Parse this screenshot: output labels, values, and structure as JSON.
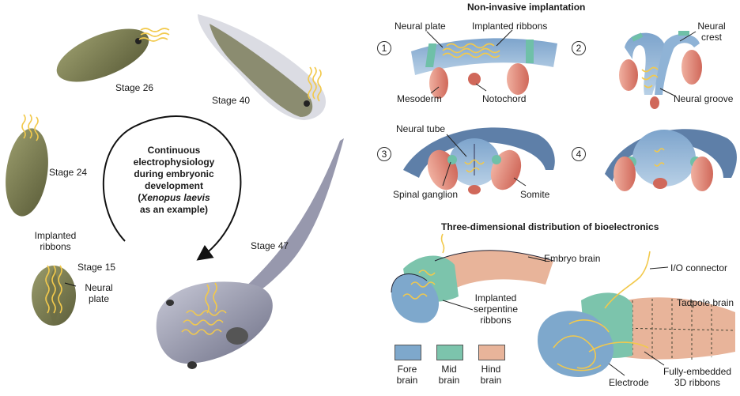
{
  "cycle": {
    "center_line1": "Continuous",
    "center_line2": "electrophysiology",
    "center_line3": "during embryonic",
    "center_line4": "development",
    "center_line5_italic": "Xenopus laevis",
    "center_line6": "as an example)",
    "stages": {
      "s15": "Stage 15",
      "s24": "Stage 24",
      "s26": "Stage 26",
      "s40": "Stage 40",
      "s47": "Stage 47"
    },
    "implanted_ribbons_line1": "Implanted",
    "implanted_ribbons_line2": "ribbons",
    "neural_plate_line1": "Neural",
    "neural_plate_line2": "plate"
  },
  "implantation": {
    "title": "Non-invasive implantation",
    "steps": [
      "1",
      "2",
      "3",
      "4"
    ],
    "labels": {
      "neural_plate": "Neural plate",
      "implanted_ribbons": "Implanted ribbons",
      "neural_crest_line1": "Neural",
      "neural_crest_line2": "crest",
      "mesoderm": "Mesoderm",
      "notochord": "Notochord",
      "neural_groove": "Neural groove",
      "neural_tube": "Neural tube",
      "spinal_ganglion": "Spinal ganglion",
      "somite": "Somite"
    }
  },
  "distribution": {
    "title": "Three-dimensional distribution of bioelectronics",
    "labels": {
      "embryo_brain": "Embryo brain",
      "serpentine_line1": "Implanted",
      "serpentine_line2": "serpentine",
      "serpentine_line3": "ribbons",
      "io_connector": "I/O connector",
      "tadpole_brain": "Tadpole brain",
      "fully_embedded_line1": "Fully-embedded",
      "fully_embedded_line2": "3D ribbons",
      "electrode": "Electrode"
    },
    "legend": [
      {
        "line1": "Fore",
        "line2": "brain",
        "color": "#7ea8cc"
      },
      {
        "line1": "Mid",
        "line2": "brain",
        "color": "#7cc4ac"
      },
      {
        "line1": "Hind",
        "line2": "brain",
        "color": "#e8b49a"
      }
    ]
  },
  "colors": {
    "ribbon": "#f2c94c",
    "embryo": "#7c7f52",
    "tadpole": "#8e90a6",
    "neural_tissue": "#8fb3d6",
    "mesoderm": "#e6988c",
    "crest": "#6fc0a8"
  }
}
